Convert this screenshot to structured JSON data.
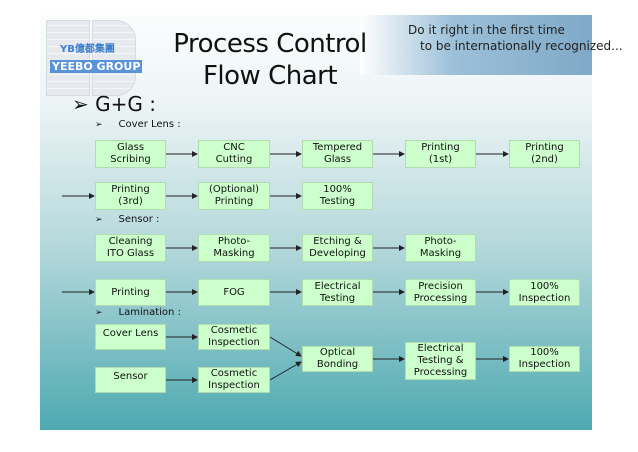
{
  "header": {
    "title_line1": "Process Control",
    "title_line2": "Flow Chart",
    "motto_line1": "Do it right in the first time",
    "motto_line2": "to be internationally recognized...",
    "logo_text": "YEEBO GROUP",
    "logo_cn": "YB億都集團"
  },
  "heading": "G+G :",
  "sections": {
    "cover_lens": "Cover Lens :",
    "sensor": "Sensor :",
    "lamination": "Lamination :"
  },
  "bullet": "➢",
  "cover_row1": [
    "Glass\nScribing",
    "CNC\nCutting",
    "Tempered\nGlass",
    "Printing\n(1st)",
    "Printing\n(2nd)"
  ],
  "cover_row2": [
    "Printing\n(3rd)",
    "(Optional)\nPrinting",
    "100%\nTesting"
  ],
  "sensor_row1": [
    "Cleaning\nITO Glass",
    "Photo-\nMasking",
    "Etching &\nDeveloping",
    "Photo-\nMasking"
  ],
  "sensor_row2": [
    "Printing",
    "FOG",
    "Electrical\nTesting",
    "Precision\nProcessing",
    "100%\nInspection"
  ],
  "lamination": {
    "cover_lens": "Cover Lens",
    "cosmetic1": "Cosmetic\nInspection",
    "sensor": "Sensor",
    "cosmetic2": "Cosmetic\nInspection",
    "optical": "Optical\nBonding",
    "electrical": "Electrical\nTesting &\nProcessing",
    "inspection": "100%\nInspection"
  }
}
